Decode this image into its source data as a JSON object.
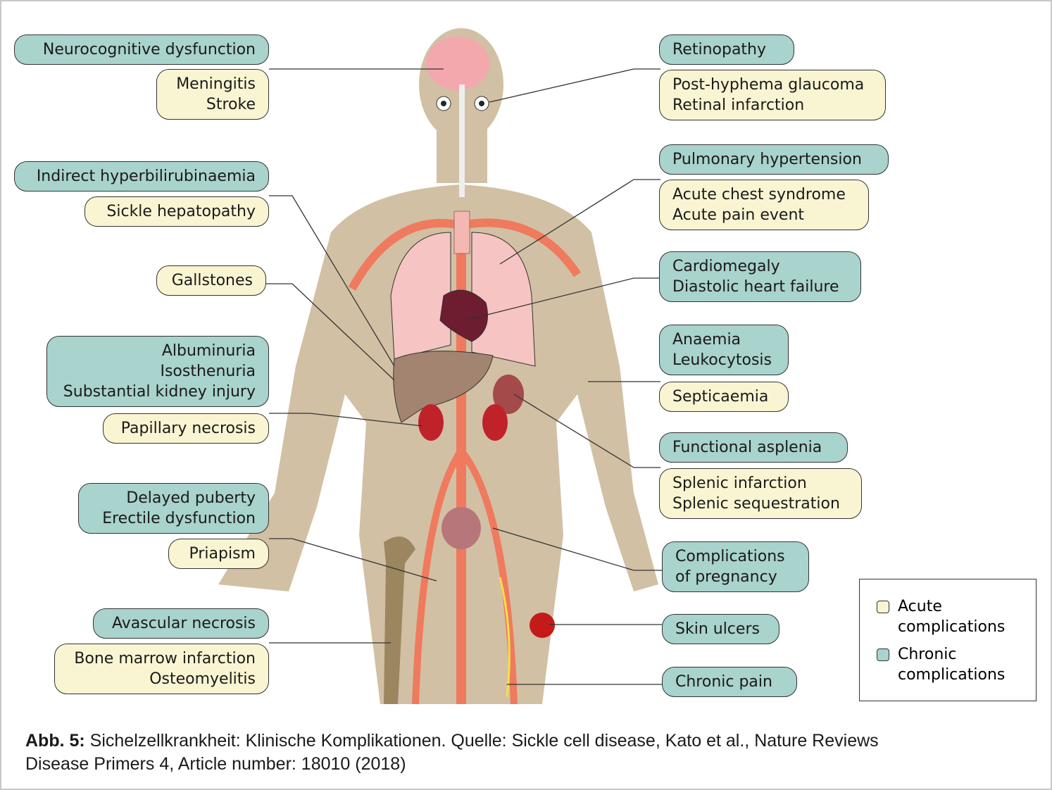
{
  "figure": {
    "colors": {
      "acute": "#f9f5d2",
      "chronic": "#a9d3cd",
      "skin": "#d2c0a4",
      "vessel": "#ef7a5e"
    },
    "labels_left": [
      {
        "id": "neuro",
        "chronic": [
          "Neurocognitive dysfunction"
        ],
        "acute": [
          "Meningitis",
          "Stroke"
        ]
      },
      {
        "id": "liver",
        "chronic": [
          "Indirect hyperbilirubinaemia"
        ],
        "acute": [
          "Sickle hepatopathy"
        ]
      },
      {
        "id": "gall",
        "acute": [
          "Gallstones"
        ]
      },
      {
        "id": "kidney",
        "chronic": [
          "Albuminuria",
          "Isosthenuria",
          "Substantial kidney injury"
        ],
        "acute": [
          "Papillary necrosis"
        ]
      },
      {
        "id": "repro",
        "chronic": [
          "Delayed puberty",
          "Erectile dysfunction"
        ],
        "acute": [
          "Priapism"
        ]
      },
      {
        "id": "bone",
        "chronic": [
          "Avascular necrosis"
        ],
        "acute": [
          "Bone marrow infarction",
          "Osteomyelitis"
        ]
      }
    ],
    "labels_right": [
      {
        "id": "eye",
        "chronic": [
          "Retinopathy"
        ],
        "acute": [
          "Post-hyphema glaucoma",
          "Retinal infarction"
        ]
      },
      {
        "id": "lung",
        "chronic": [
          "Pulmonary hypertension"
        ],
        "acute": [
          "Acute chest syndrome",
          "Acute pain event"
        ]
      },
      {
        "id": "heart",
        "chronic": [
          "Cardiomegaly",
          "Diastolic heart failure"
        ]
      },
      {
        "id": "blood",
        "chronic": [
          "Anaemia",
          "Leukocytosis"
        ],
        "acute": [
          "Septicaemia"
        ]
      },
      {
        "id": "spleen",
        "chronic": [
          "Functional asplenia"
        ],
        "acute": [
          "Splenic infarction",
          "Splenic sequestration"
        ]
      },
      {
        "id": "preg",
        "chronic": [
          "Complications",
          "of pregnancy"
        ]
      },
      {
        "id": "skin",
        "chronic": [
          "Skin ulcers"
        ]
      },
      {
        "id": "pain",
        "chronic": [
          "Chronic pain"
        ]
      }
    ],
    "legend": {
      "acute": [
        "Acute",
        "complications"
      ],
      "chronic": [
        "Chronic",
        "complications"
      ]
    }
  },
  "caption": {
    "label": "Abb. 5:",
    "line1": " Sichelzellkrankheit: Klinische Komplikationen. Quelle: Sickle cell disease, Kato et al., Nature Reviews",
    "line2": "Disease Primers 4, Article number: 18010 (2018)"
  }
}
